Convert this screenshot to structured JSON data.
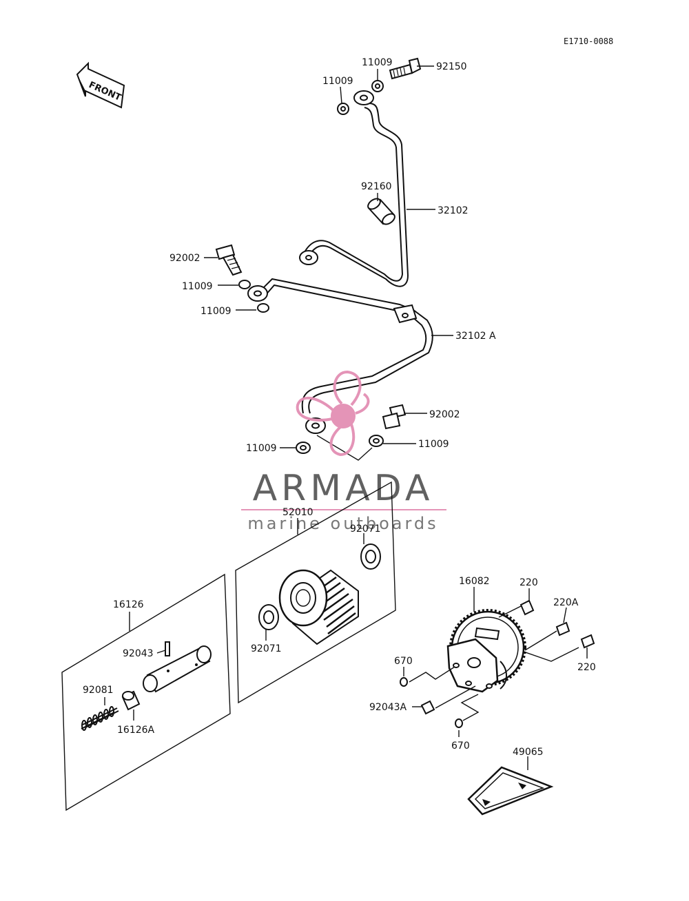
{
  "diagram_code": "E1710-0088",
  "front_label": "FRONT",
  "watermark": {
    "brand": "ARMADA",
    "tagline": "marine outboards",
    "accent": "#e38fb4"
  },
  "labels": {
    "p11009_top_right": "11009",
    "p92150": "92150",
    "p11009_top_left": "11009",
    "p92160": "92160",
    "p32102": "32102",
    "p92002_upper": "92002",
    "p11009_mid_1": "11009",
    "p11009_mid_2": "11009",
    "p32102A": "32102 A",
    "p92002_lower": "92002",
    "p11009_low_left": "11009",
    "p11009_low_right": "11009",
    "p52010": "52010",
    "p92071_upper": "92071",
    "p92071_lower": "92071",
    "p16126": "16126",
    "p92043": "92043",
    "p92081": "92081",
    "p16126A": "16126A",
    "p16082": "16082",
    "p220_a": "220",
    "p220A": "220A",
    "p220_b": "220",
    "p670_a": "670",
    "p92043A": "92043A",
    "p670_b": "670",
    "p49065": "49065"
  }
}
